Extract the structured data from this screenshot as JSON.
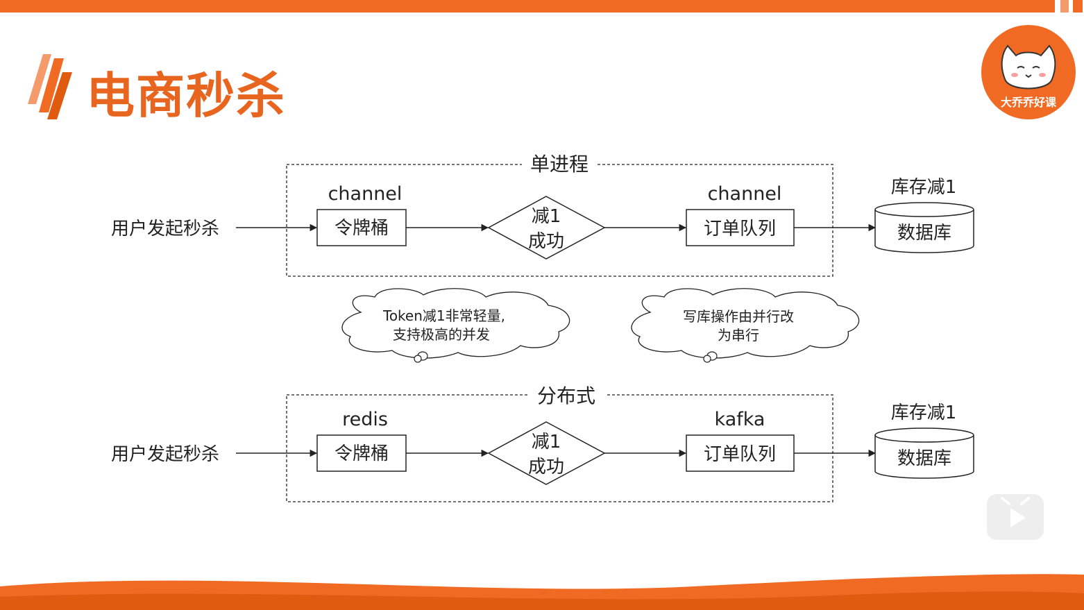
{
  "title": "电商秒杀",
  "logo": {
    "text": "大乔乔好课",
    "icon": "cat-mascot-icon",
    "color": "#f06a24"
  },
  "accent_color": "#e8651f",
  "single_process": {
    "frame_label": "单进程",
    "start": "用户发起秒杀",
    "token_channel_label": "channel",
    "token_box": "令牌桶",
    "decision_line1": "减1",
    "decision_line2": "成功",
    "queue_channel_label": "channel",
    "queue_box": "订单队列",
    "db_label": "库存减1",
    "db_box": "数据库"
  },
  "notes": {
    "left_line1": "Token减1非常轻量,",
    "left_line2": "支持极高的并发",
    "right_line1": "写库操作由并行改",
    "right_line2": "为串行"
  },
  "distributed": {
    "frame_label": "分布式",
    "start": "用户发起秒杀",
    "token_channel_label": "redis",
    "token_box": "令牌桶",
    "decision_line1": "减1",
    "decision_line2": "成功",
    "queue_channel_label": "kafka",
    "queue_box": "订单队列",
    "db_label": "库存减1",
    "db_box": "数据库"
  },
  "player": {
    "icon": "play-icon"
  }
}
